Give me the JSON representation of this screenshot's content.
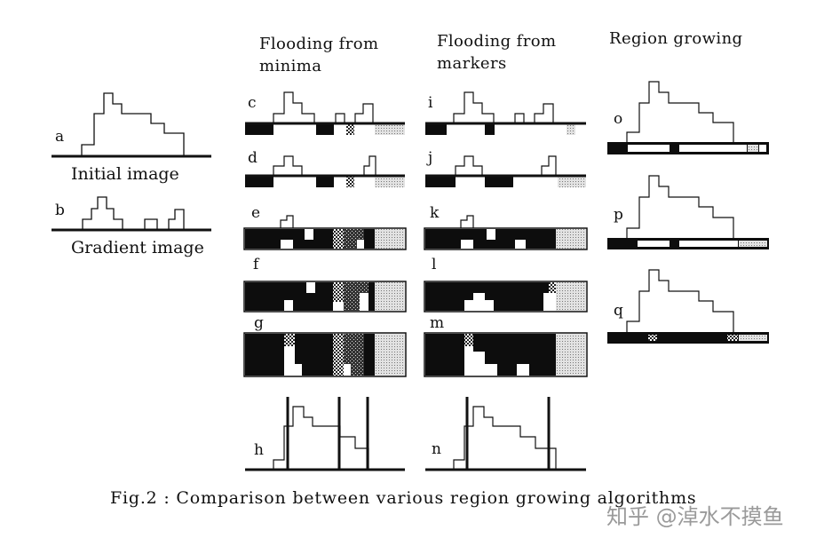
{
  "headings": {
    "flooding_minima": [
      "Flooding from",
      "minima"
    ],
    "flooding_markers": [
      "Flooding from",
      "markers"
    ],
    "region_growing": "Region growing"
  },
  "panel_labels": {
    "a": "a",
    "b": "b",
    "c": "c",
    "d": "d",
    "e": "e",
    "f": "f",
    "g": "g",
    "h": "h",
    "i": "i",
    "j": "j",
    "k": "k",
    "l": "l",
    "m": "m",
    "n": "n",
    "o": "o",
    "p": "p",
    "q": "q"
  },
  "captions": {
    "initial_image": "Initial image",
    "gradient_image": "Gradient image"
  },
  "figure_caption": "Fig.2 : Comparison between various region growing algorithms",
  "watermark": "知乎 @淖水不摸鱼",
  "colors": {
    "ink": "#111111",
    "fill_black": "#0d0d0d",
    "fill_light_stipple": "#cfcfcf",
    "fill_checker": "#8a8a8a",
    "watermark": "#9a9a9a"
  }
}
